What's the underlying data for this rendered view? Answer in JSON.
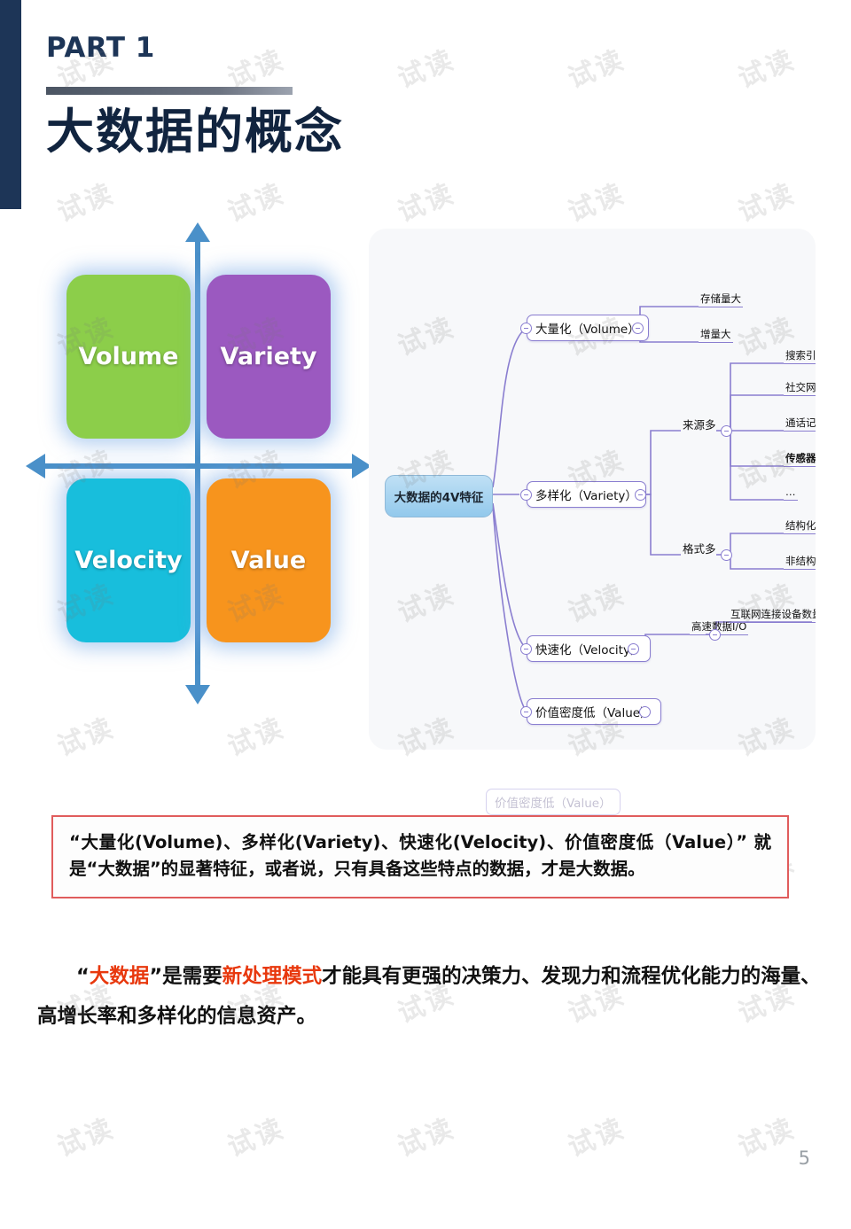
{
  "header": {
    "part_label": "PART 1",
    "title": "大数据的概念",
    "accent_navy": "#1d3557"
  },
  "quadrant": {
    "cards": [
      {
        "label": "Volume",
        "color": "#8cce4a",
        "position": "top-left"
      },
      {
        "label": "Variety",
        "color": "#9b59c0",
        "position": "top-right"
      },
      {
        "label": "Velocity",
        "color": "#18bedc",
        "position": "bottom-left"
      },
      {
        "label": "Value",
        "color": "#f7941d",
        "position": "bottom-right"
      }
    ],
    "axis_color": "#4a90c9"
  },
  "mindmap": {
    "root": "大数据的4V特征",
    "branches": [
      {
        "label": "大量化（Volume）",
        "children": [
          {
            "label": "存储量大"
          },
          {
            "label": "增量大"
          }
        ]
      },
      {
        "label": "多样化（Variety）",
        "children": [
          {
            "label": "来源多",
            "children": [
              {
                "label": "搜索引擎"
              },
              {
                "label": "社交网络"
              },
              {
                "label": "通话记录"
              },
              {
                "label": "传感器",
                "bold": true
              },
              {
                "label": "…"
              }
            ]
          },
          {
            "label": "格式多",
            "children": [
              {
                "label": "结构化的数据"
              },
              {
                "label": "非结构化的数据"
              }
            ]
          }
        ]
      },
      {
        "label": "快速化（Velocity）",
        "children": [
          {
            "label": "高速数据I/O",
            "children": [
              {
                "label": "互联网连接设备数量增长"
              }
            ]
          }
        ]
      },
      {
        "label": "价值密度低（Value）",
        "children": []
      }
    ],
    "ghost_node": "价值密度低（Value）",
    "node_border_color": "#8a7ed0",
    "root_fill_color": "#93c9ec"
  },
  "callout": {
    "text": "“大量化(Volume)、多样化(Variety)、快速化(Velocity)、价值密度低（Value）” 就是“大数据”的显著特征，或者说，只有具备这些特点的数据，才是大数据。",
    "border_color": "#e05c5c"
  },
  "paragraph": {
    "seg_quote_open": "“",
    "highlight_1": "大数据",
    "seg_1": "”是需要",
    "highlight_2": "新处理模式",
    "seg_2": "才能具有更强的决策力、发现力和流程优化能力的海量、高增长率和多样化的信息资产。",
    "highlight_color": "#e8380d"
  },
  "footer": {
    "page_number": "5"
  },
  "watermark": {
    "text": "试读"
  }
}
